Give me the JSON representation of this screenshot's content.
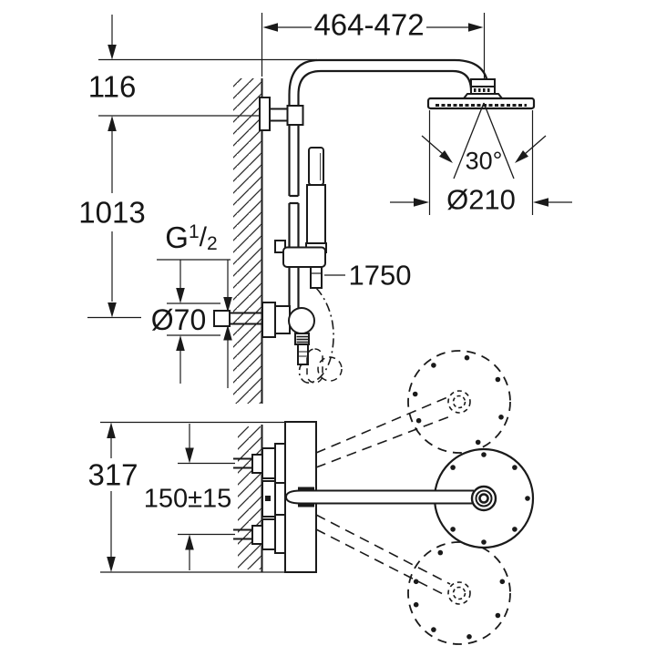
{
  "drawing": {
    "kind": "shower-system technical drawing",
    "colors": {
      "line": "#1a1a1a",
      "background": "#ffffff"
    },
    "dims": {
      "width_range": "464-472",
      "top_offset": "116",
      "riser_height": "1013",
      "thread_g": "G",
      "thread_num": "1",
      "thread_slash": "/",
      "thread_den": "2",
      "escutcheon_dia": "Ø70",
      "hose_length": "1750",
      "spray_angle": "30°",
      "head_dia": "Ø210",
      "plate_height": "317",
      "inlet_spacing": "150±15"
    }
  }
}
